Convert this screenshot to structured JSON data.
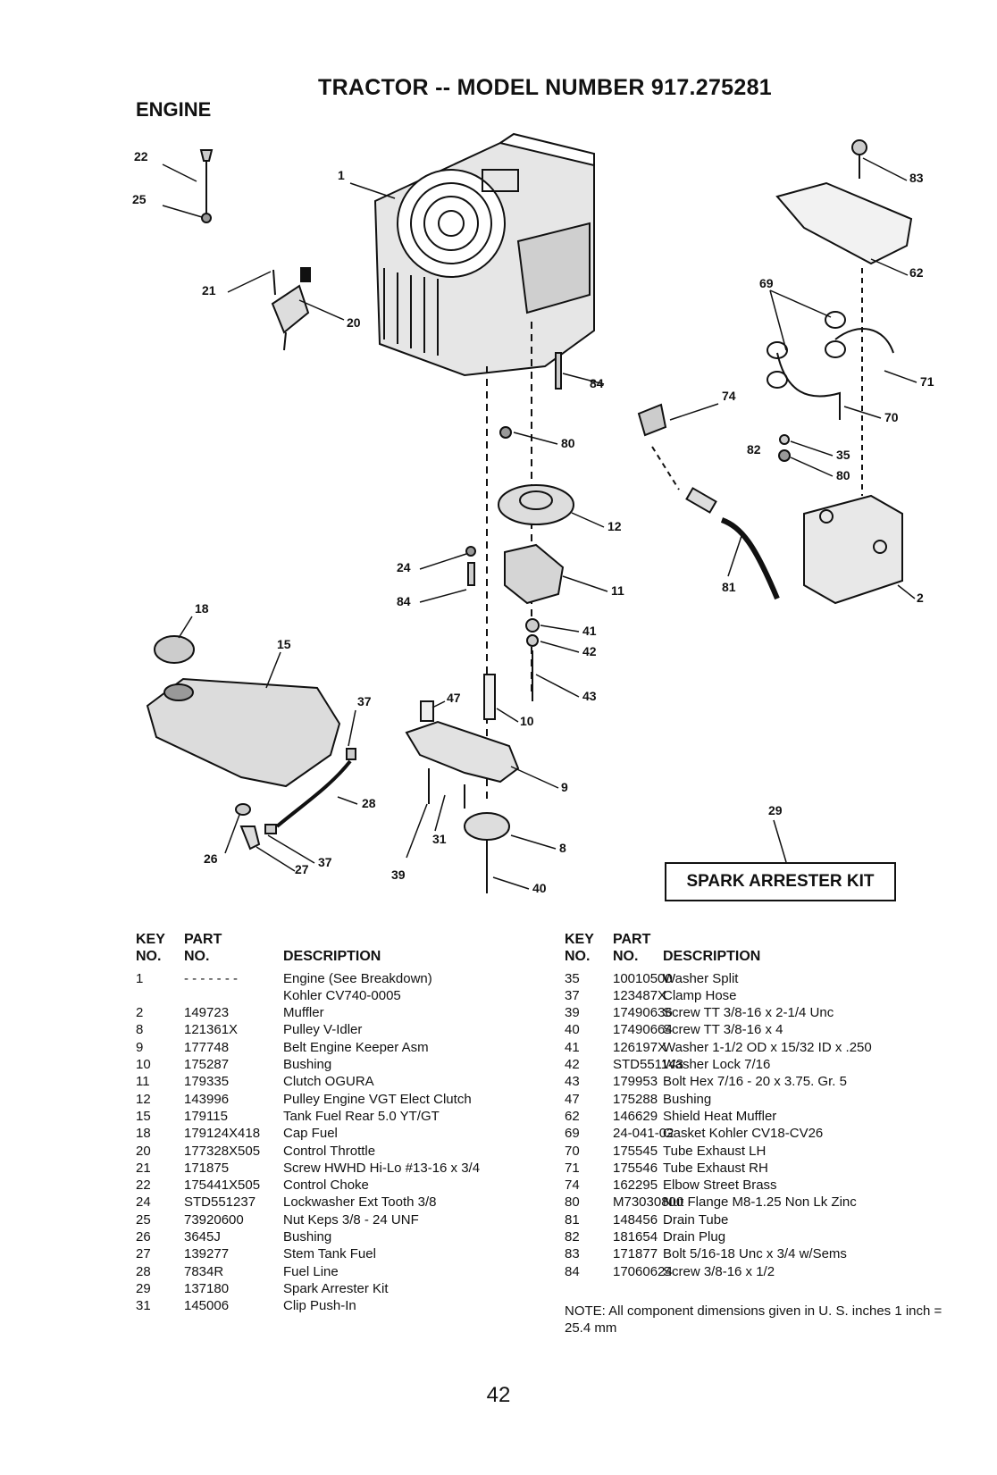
{
  "header": {
    "title": "TRACTOR -- MODEL NUMBER 917.275281",
    "section": "ENGINE"
  },
  "diagram": {
    "callouts": [
      "22",
      "25",
      "1",
      "21",
      "20",
      "83",
      "62",
      "69",
      "71",
      "70",
      "84",
      "74",
      "80",
      "82",
      "35",
      "80",
      "12",
      "24",
      "84",
      "11",
      "81",
      "2",
      "18",
      "15",
      "41",
      "42",
      "43",
      "37",
      "47",
      "10",
      "9",
      "28",
      "29",
      "31",
      "8",
      "26",
      "37",
      "27",
      "39",
      "40"
    ],
    "kit_label": "SPARK ARRESTER KIT"
  },
  "table_headers": {
    "key": "KEY",
    "no1": "NO.",
    "part": "PART",
    "no2": "NO.",
    "desc": "DESCRIPTION"
  },
  "parts_left": [
    {
      "key": "1",
      "part": "- - - - - - -",
      "desc": "Engine (See Breakdown)"
    },
    {
      "key": "",
      "part": "",
      "desc": "Kohler CV740-0005"
    },
    {
      "key": "2",
      "part": "149723",
      "desc": "Muffler"
    },
    {
      "key": "8",
      "part": "121361X",
      "desc": "Pulley V-Idler"
    },
    {
      "key": "9",
      "part": "177748",
      "desc": "Belt Engine Keeper Asm"
    },
    {
      "key": "10",
      "part": "175287",
      "desc": "Bushing"
    },
    {
      "key": "11",
      "part": "179335",
      "desc": "Clutch OGURA"
    },
    {
      "key": "12",
      "part": "143996",
      "desc": "Pulley Engine VGT Elect Clutch"
    },
    {
      "key": "15",
      "part": "179115",
      "desc": "Tank Fuel Rear 5.0 YT/GT"
    },
    {
      "key": "18",
      "part": "179124X418",
      "desc": "Cap Fuel"
    },
    {
      "key": "20",
      "part": "177328X505",
      "desc": "Control Throttle"
    },
    {
      "key": "21",
      "part": "171875",
      "desc": "Screw HWHD Hi-Lo #13-16 x 3/4"
    },
    {
      "key": "22",
      "part": "175441X505",
      "desc": "Control Choke"
    },
    {
      "key": "24",
      "part": "STD551237",
      "desc": "Lockwasher Ext Tooth 3/8"
    },
    {
      "key": "25",
      "part": "73920600",
      "desc": "Nut Keps 3/8 - 24 UNF"
    },
    {
      "key": "26",
      "part": "3645J",
      "desc": "Bushing"
    },
    {
      "key": "27",
      "part": "139277",
      "desc": "Stem Tank Fuel"
    },
    {
      "key": "28",
      "part": "7834R",
      "desc": "Fuel Line"
    },
    {
      "key": "29",
      "part": "137180",
      "desc": "Spark Arrester Kit"
    },
    {
      "key": "31",
      "part": "145006",
      "desc": "Clip Push-In"
    }
  ],
  "parts_right": [
    {
      "key": "35",
      "part": "10010500",
      "desc": "Washer Split"
    },
    {
      "key": "37",
      "part": "123487X",
      "desc": "Clamp Hose"
    },
    {
      "key": "39",
      "part": "17490636",
      "desc": "Screw TT  3/8-16 x 2-1/4 Unc"
    },
    {
      "key": "40",
      "part": "17490664",
      "desc": "Screw TT  3/8-16 x 4"
    },
    {
      "key": "41",
      "part": "126197X",
      "desc": "Washer 1-1/2 OD x 15/32 ID x .250"
    },
    {
      "key": "42",
      "part": "STD551143",
      "desc": "Washer Lock 7/16"
    },
    {
      "key": "43",
      "part": "179953",
      "desc": "Bolt Hex 7/16 - 20 x 3.75. Gr. 5"
    },
    {
      "key": "47",
      "part": "175288",
      "desc": "Bushing"
    },
    {
      "key": "62",
      "part": "146629",
      "desc": "Shield Heat Muffler"
    },
    {
      "key": "69",
      "part": "24-041-02",
      "desc": "Gasket Kohler CV18-CV26"
    },
    {
      "key": "70",
      "part": "175545",
      "desc": "Tube Exhaust LH"
    },
    {
      "key": "71",
      "part": "175546",
      "desc": "Tube Exhaust RH"
    },
    {
      "key": "74",
      "part": "162295",
      "desc": "Elbow Street Brass"
    },
    {
      "key": "80",
      "part": "M73030800",
      "desc": "Nut Flange M8-1.25 Non Lk Zinc"
    },
    {
      "key": "81",
      "part": "148456",
      "desc": "Drain Tube"
    },
    {
      "key": "82",
      "part": "181654",
      "desc": "Drain Plug"
    },
    {
      "key": "83",
      "part": "171877",
      "desc": "Bolt 5/16-18 Unc x 3/4 w/Sems"
    },
    {
      "key": "84",
      "part": "17060624",
      "desc": "Screw 3/8-16 x 1/2"
    }
  ],
  "note": "NOTE:  All component dimensions given in U. S. inches 1 inch = 25.4 mm",
  "page_number": "42"
}
